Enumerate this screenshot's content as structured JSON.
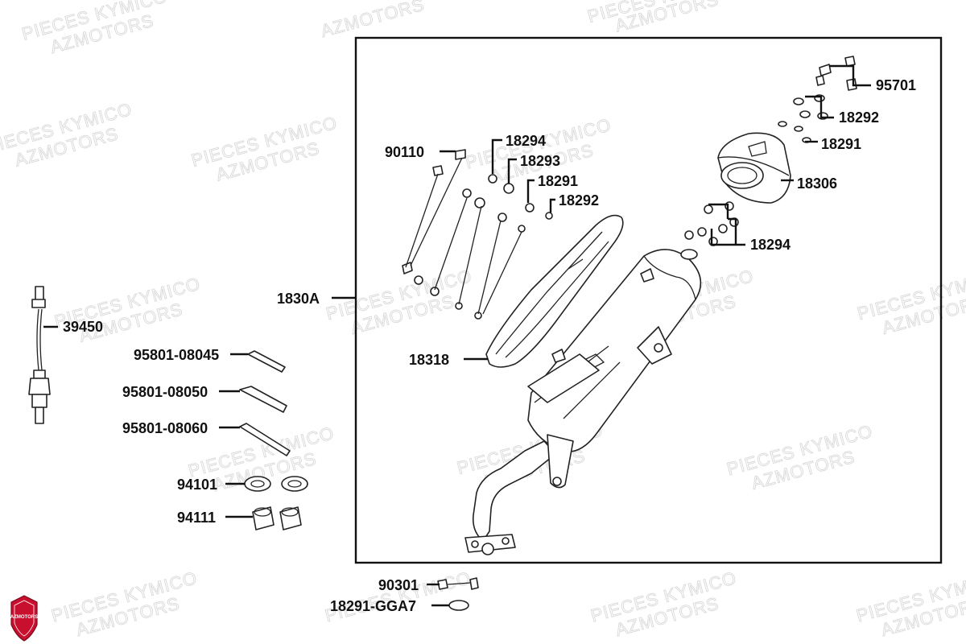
{
  "watermark": {
    "line1": "PIECES KYMICO",
    "line2": "AZMOTORS"
  },
  "logo": {
    "text": "AZMOTORS",
    "color": "#c8102e"
  },
  "labels": {
    "p95701": "95701",
    "p18292_top": "18292",
    "p18291_top": "18291",
    "p18306": "18306",
    "p18294_right": "18294",
    "p90110": "90110",
    "p18294_left": "18294",
    "p18293": "18293",
    "p18291_left": "18291",
    "p18292_left": "18292",
    "p1830A": "1830A",
    "p18318": "18318",
    "p39450": "39450",
    "p95801_08045": "95801-08045",
    "p95801_08050": "95801-08050",
    "p95801_08060": "95801-08060",
    "p94101": "94101",
    "p94111": "94111",
    "p90301": "90301",
    "p18291_GGA7": "18291-GGA7"
  },
  "colors": {
    "ink": "#111111",
    "watermark": "#d9d9d9",
    "logo": "#c8102e"
  }
}
